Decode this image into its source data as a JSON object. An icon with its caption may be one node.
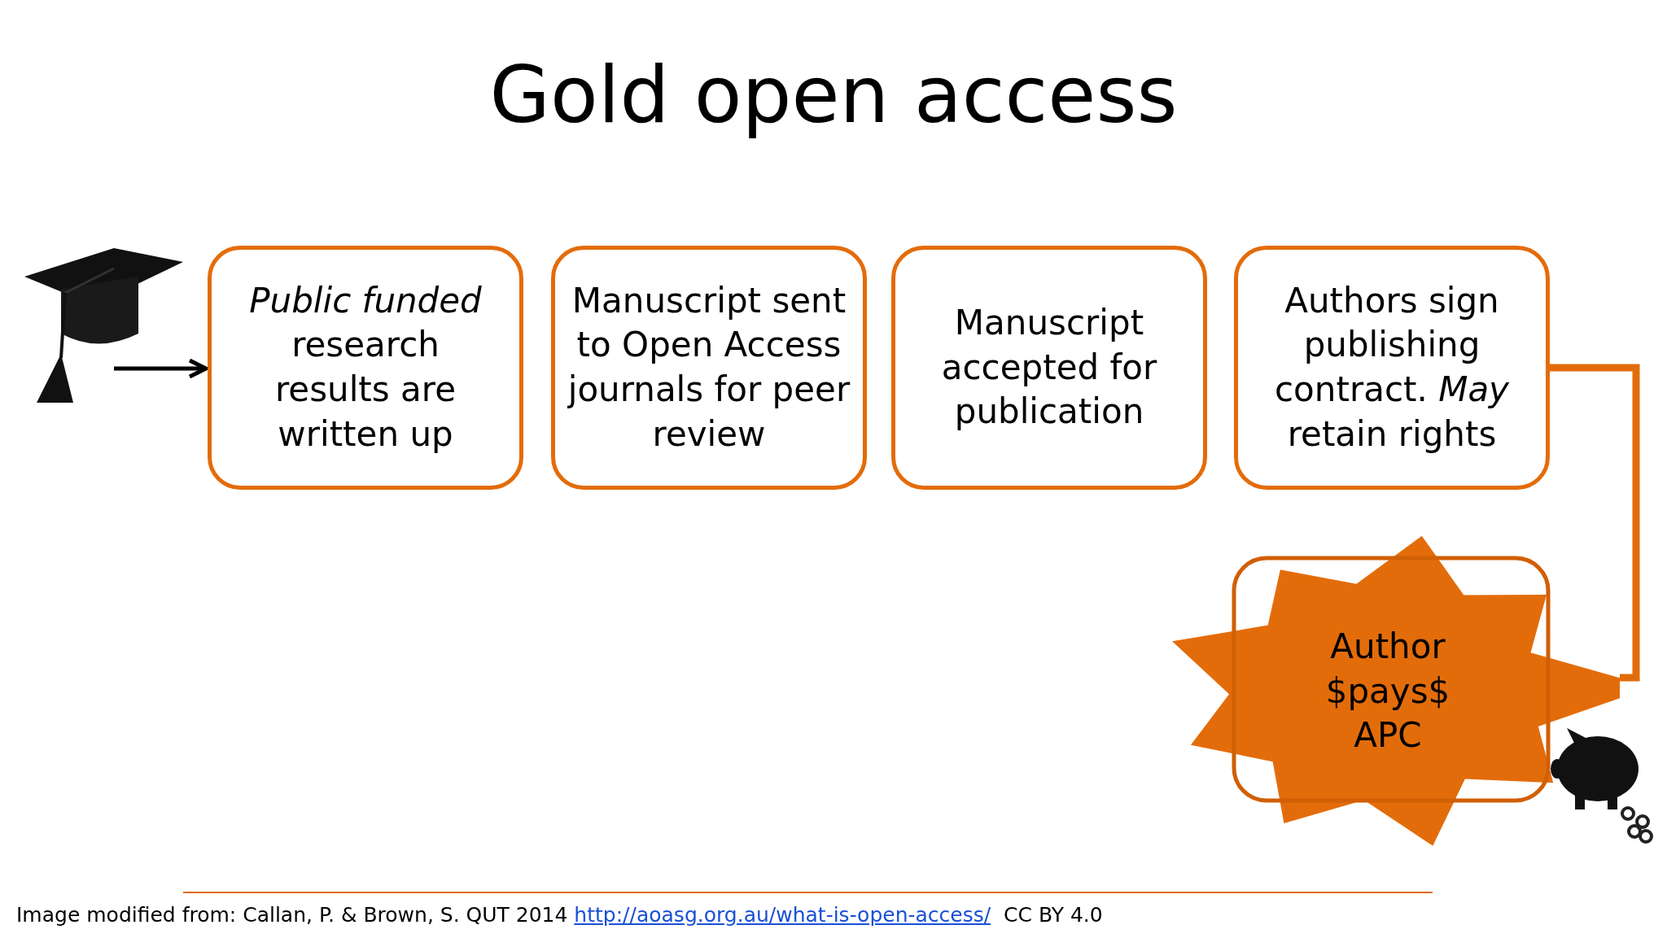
{
  "diagram": {
    "title": "Gold open access",
    "caption": "Image modified from: Callan, P. & Brown, S. QUT 2014 http://aoasg.org.au/what-is-open-access/ CC BY 4.0",
    "nodes": [
      {
        "text": [],
        "shape": "picture"
      },
      {
        "text": [
          "*Public funded* research results are written up"
        ]
      },
      {
        "text": [
          "Manuscript sent to Open Access journals for peer review"
        ]
      },
      {
        "text": [
          "Manuscript accepted for publication"
        ]
      },
      {
        "text": [
          "Authors sign publishing contract. *May* retain rights"
        ]
      },
      {
        "text": [
          "Author $pays$ APC"
        ]
      }
    ],
    "edges": [
      {
        "from": 0,
        "to": 1,
        "arrow": "to"
      },
      {
        "from": 4,
        "to": 5,
        "arrow": "none",
        "color": "#e36c0a",
        "style": "thick"
      }
    ]
  }
}
